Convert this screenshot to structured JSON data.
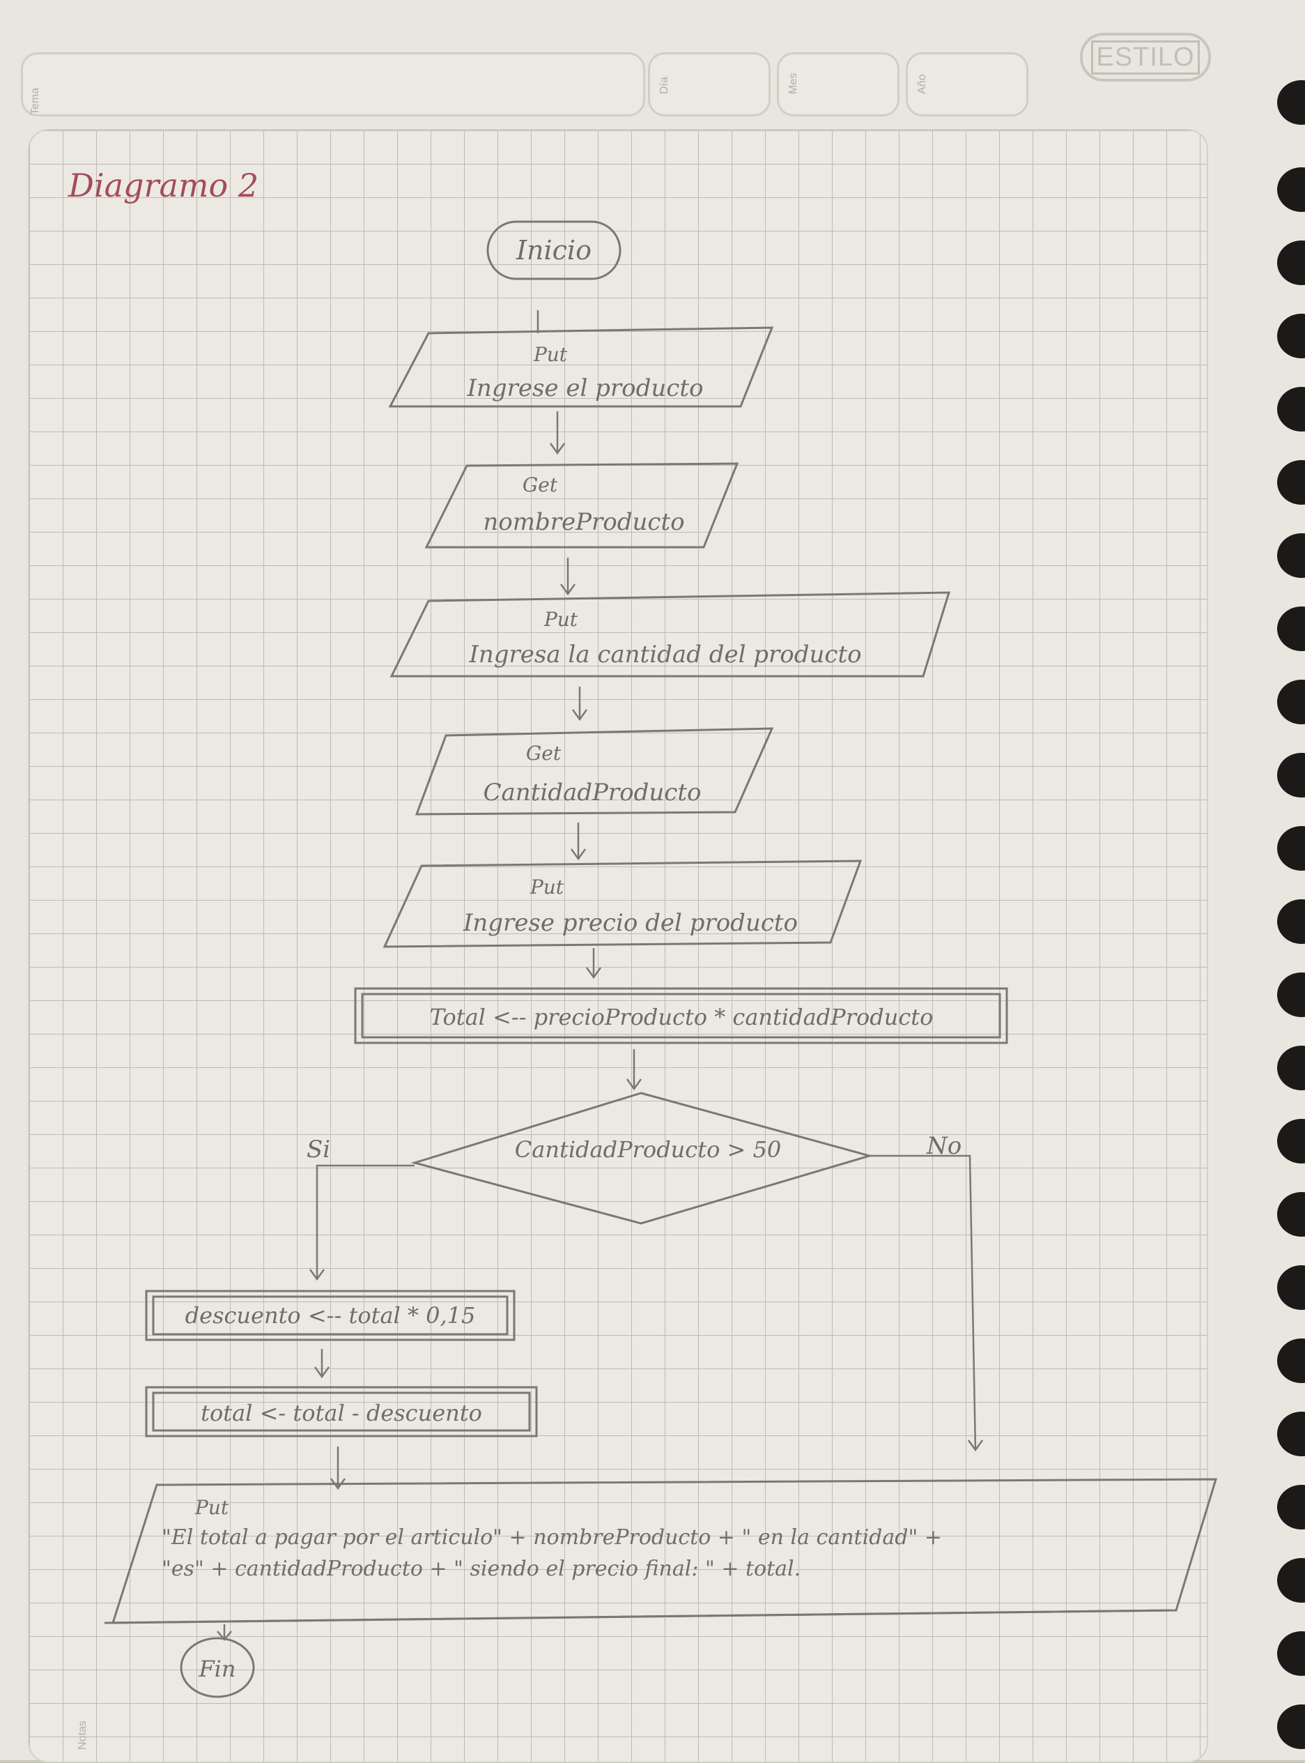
{
  "notebook": {
    "header_labels": [
      "Tema",
      "Día",
      "Mes",
      "Año"
    ],
    "brand": "ESTILO",
    "footer_label": "Notas"
  },
  "diagram": {
    "title": "Diagramo 2",
    "start": "Inicio",
    "steps": [
      {
        "tag": "Put",
        "text": "Ingrese el producto"
      },
      {
        "tag": "Get",
        "text": "nombreProducto"
      },
      {
        "tag": "Put",
        "text": "Ingresa la cantidad del producto"
      },
      {
        "tag": "Get",
        "text": "CantidadProducto"
      },
      {
        "tag": "Put",
        "text": "Ingrese precio del producto"
      }
    ],
    "process_total": "Total <-- precioProducto * cantidadProducto",
    "decision": "CantidadProducto > 50",
    "yes_label": "Si",
    "no_label": "No",
    "process_discount": "descuento <-- total * 0,15",
    "process_subtract": "total <- total - descuento",
    "output_tag": "Put",
    "output_line1": "\"El total a pagar por el articulo\" + nombreProducto + \" en la cantidad\" +",
    "output_line2": "\"es\" + cantidadProducto + \" siendo el precio final: \" + total.",
    "end": "Fin"
  }
}
